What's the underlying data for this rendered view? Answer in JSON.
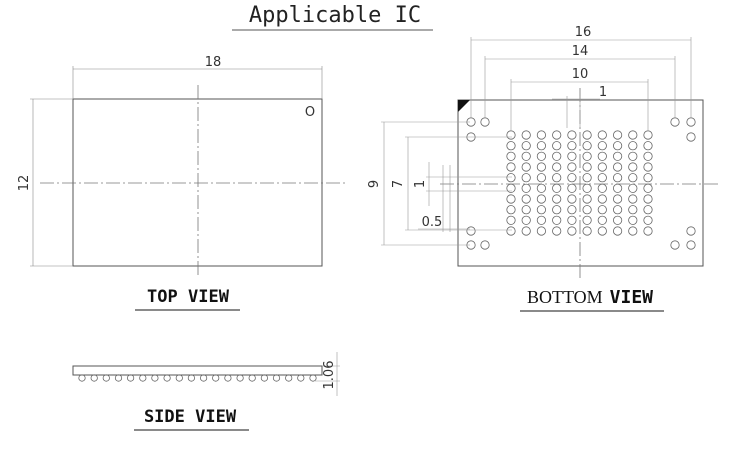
{
  "title": "Applicable IC",
  "top_view": {
    "label": "TOP VIEW",
    "width_dim": "18",
    "height_dim": "12",
    "pin1_mark": "O"
  },
  "bottom_view": {
    "label_normal": "BOTTOM",
    "label_bold": "VIEW",
    "dim_16": "16",
    "dim_14": "14",
    "dim_10": "10",
    "dim_1_h": "1",
    "dim_9": "9",
    "dim_7": "7",
    "dim_1_v": "1",
    "dim_05": "0.5",
    "ball_grid": {
      "columns": 10,
      "rows": 10,
      "pitch_mm": 1
    }
  },
  "side_view": {
    "label": "SIDE VIEW",
    "thickness_dim": "1.06",
    "ball_count": 20
  },
  "colors": {
    "line": "#555555",
    "text": "#222222",
    "center_line": "#777777"
  }
}
